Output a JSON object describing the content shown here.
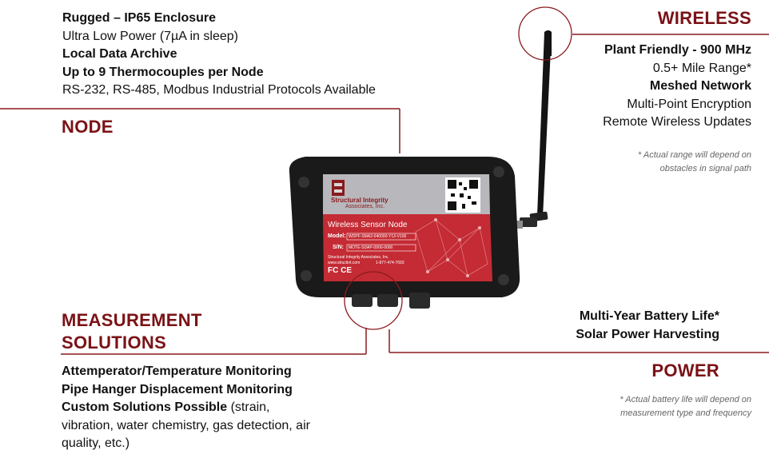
{
  "node": {
    "features": [
      {
        "text": "Rugged – IP65  Enclosure",
        "bold": true
      },
      {
        "text": "Ultra Low Power (7µA in sleep)",
        "bold": false
      },
      {
        "text": "Local Data Archive",
        "bold": true
      },
      {
        "text": "Up to 9 Thermocouples per Node",
        "bold": true
      },
      {
        "text": "RS-232, RS-485, Modbus Industrial Protocols Available",
        "bold": false
      }
    ],
    "heading": "NODE"
  },
  "wireless": {
    "heading": "WIRELESS",
    "features": [
      {
        "text": "Plant Friendly - 900 MHz",
        "bold": true
      },
      {
        "text": "0.5+ Mile Range*",
        "bold": false
      },
      {
        "text": "Meshed Network",
        "bold": true
      },
      {
        "text": "Multi-Point Encryption",
        "bold": false
      },
      {
        "text": "Remote Wireless Updates",
        "bold": false
      }
    ],
    "note_lines": [
      "* Actual range will depend on",
      "obstacles in signal path"
    ]
  },
  "measurement": {
    "heading_lines": [
      "MEASUREMENT",
      "SOLUTIONS"
    ],
    "features": [
      {
        "text": "Attemperator/Temperature Monitoring",
        "bold": true
      },
      {
        "text": "Pipe Hanger Displacement Monitoring",
        "bold": true
      }
    ],
    "custom_bold": "Custom Solutions Possible",
    "custom_rest_1": " (strain,",
    "custom_rest_2": "vibration, water chemistry, gas detection, air",
    "custom_rest_3": "quality, etc.)"
  },
  "power": {
    "features": [
      {
        "text": "Multi-Year Battery Life*",
        "bold": true
      },
      {
        "text": "Solar Power Harvesting",
        "bold": true
      }
    ],
    "heading": "POWER",
    "note_lines": [
      "* Actual battery life will depend on",
      "measurement type and frequency"
    ]
  },
  "device": {
    "brand_line1": "Structural Integrity",
    "brand_line2": "Associates, Inc.",
    "product": "Wireless Sensor Node",
    "model_label": "Model:",
    "model_value": "WDPF-SMA2-040000-Y13-V100",
    "sn_label": "S/N:",
    "sn_value": "MOTE-SDAP-0900-0000",
    "company": "Structural Integrity Associates, Inc.",
    "website": "www.structint.com",
    "phone": "1-877-474-7693",
    "marks": "FC CE"
  },
  "colors": {
    "accent": "#8a1a1d",
    "heading": "#7a1216",
    "device_red": "#c42b34",
    "case": "#1a1a1a"
  }
}
